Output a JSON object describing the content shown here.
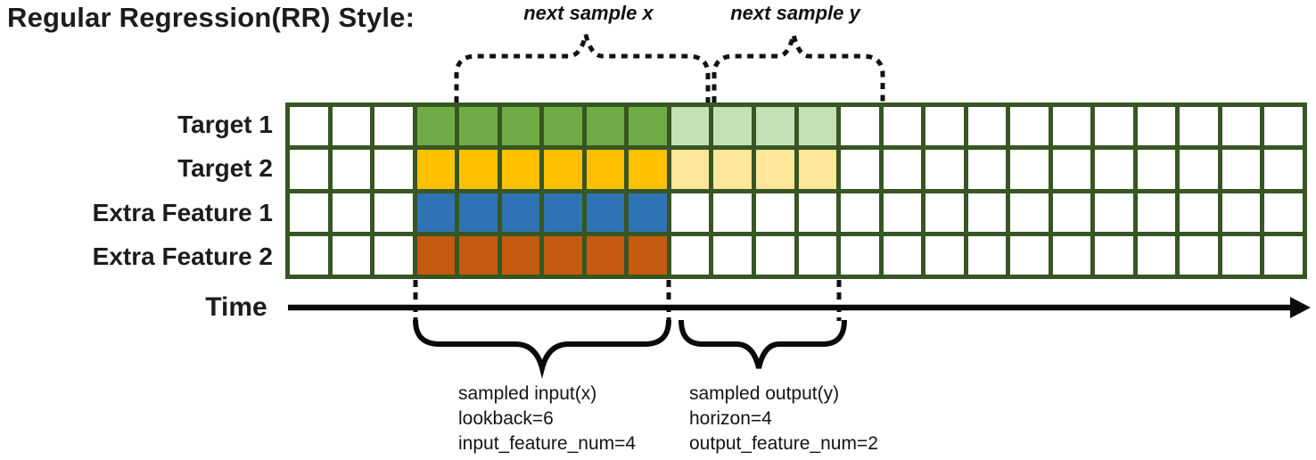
{
  "title": "Regular Regression(RR) Style:",
  "annotations": {
    "next_sample_x": "next sample x",
    "next_sample_y": "next sample y"
  },
  "grid": {
    "columns": 24,
    "input_start": 3,
    "input_len": 6,
    "output_len": 4,
    "line_color": "#375623",
    "empty_color": "#ffffff",
    "rows": [
      {
        "label": "Target 1",
        "input_color": "#6FAC46",
        "output_color": "#C5E0B4"
      },
      {
        "label": "Target 2",
        "input_color": "#FFC000",
        "output_color": "#FFE699"
      },
      {
        "label": "Extra Feature 1",
        "input_color": "#2E74B5",
        "output_color": null
      },
      {
        "label": "Extra Feature 2",
        "input_color": "#C55A11",
        "output_color": null
      }
    ]
  },
  "time_axis": {
    "label": "Time"
  },
  "input_annotation": {
    "lines": [
      "sampled input(x)",
      "lookback=6",
      "input_feature_num=4"
    ]
  },
  "output_annotation": {
    "lines": [
      "sampled output(y)",
      "horizon=4",
      "output_feature_num=2"
    ]
  }
}
